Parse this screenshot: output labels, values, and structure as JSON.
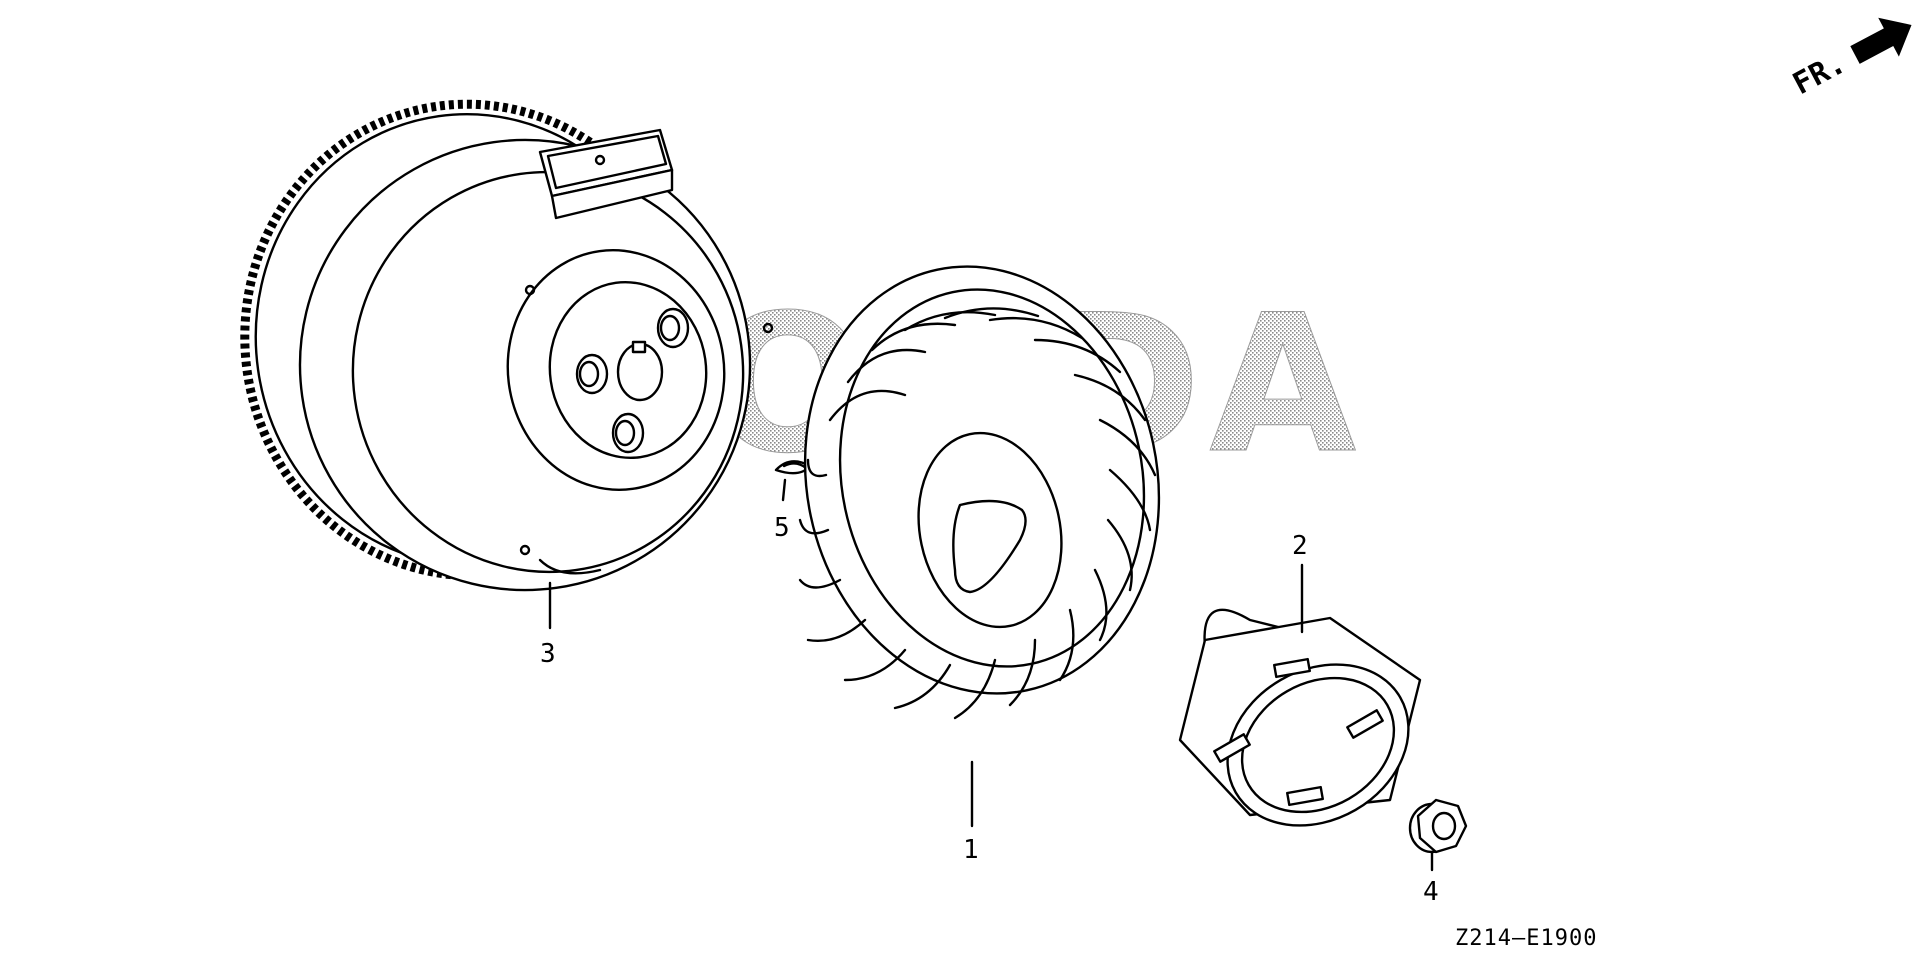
{
  "diagram": {
    "watermark_text": "HONDA",
    "direction_label": "FR.",
    "diagram_code": "Z214—E1900",
    "parts": [
      {
        "id": "part-1",
        "number": "1"
      },
      {
        "id": "part-2",
        "number": "2"
      },
      {
        "id": "part-3",
        "number": "3"
      },
      {
        "id": "part-4",
        "number": "4"
      },
      {
        "id": "part-5",
        "number": "5"
      }
    ]
  }
}
